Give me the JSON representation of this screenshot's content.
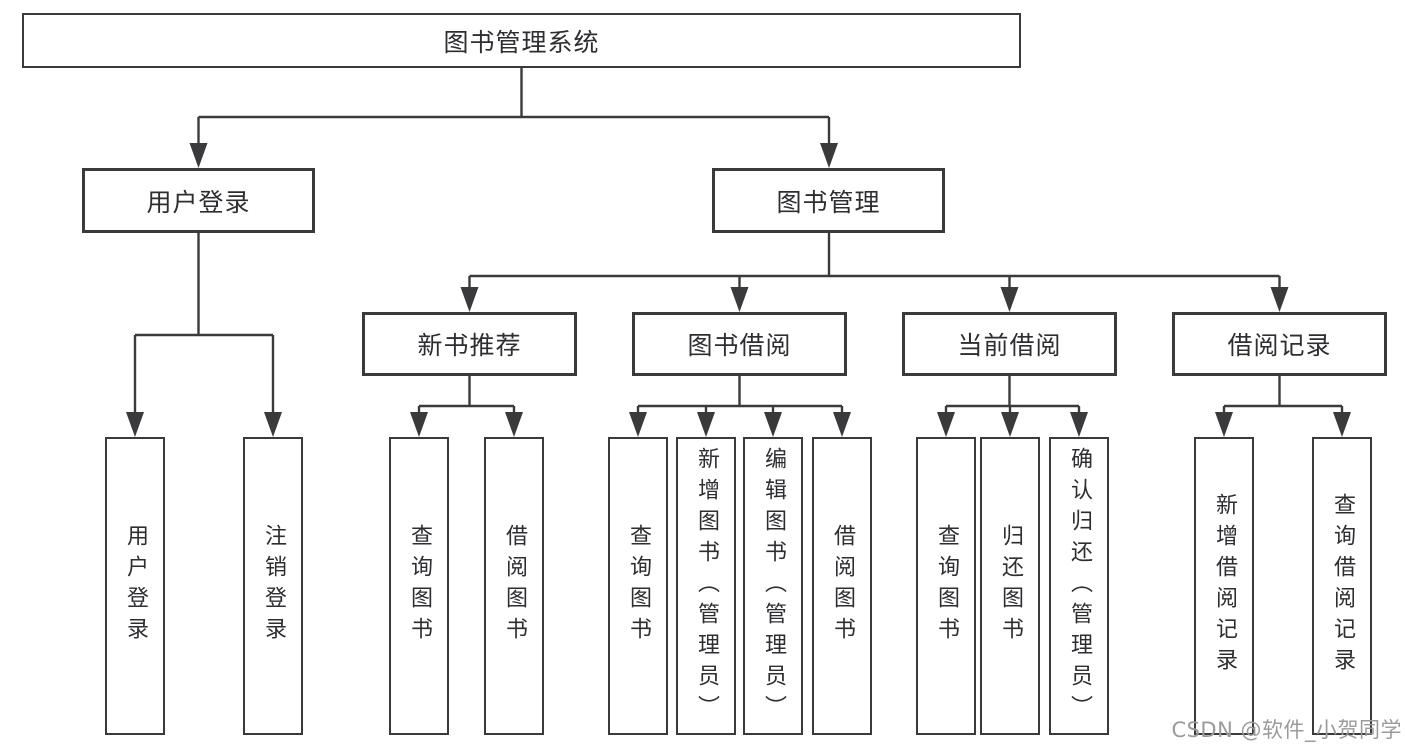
{
  "diagram": {
    "root": {
      "label": "图书管理系统"
    },
    "level1": [
      {
        "id": "user-login",
        "label": "用户登录"
      },
      {
        "id": "book-management",
        "label": "图书管理"
      }
    ],
    "level2": [
      {
        "id": "new-book-recommend",
        "label": "新书推荐"
      },
      {
        "id": "book-borrow",
        "label": "图书借阅"
      },
      {
        "id": "current-borrow",
        "label": "当前借阅"
      },
      {
        "id": "borrow-records",
        "label": "借阅记录"
      }
    ],
    "leaves": [
      {
        "id": "user-login-leaf",
        "label": "用户登录"
      },
      {
        "id": "logout",
        "label": "注销登录"
      },
      {
        "id": "query-books-recommend",
        "label": "查询图书"
      },
      {
        "id": "borrow-books-recommend",
        "label": "借阅图书"
      },
      {
        "id": "query-books-borrow",
        "label": "查询图书"
      },
      {
        "id": "add-book-admin",
        "label": "新增图书（管理员）"
      },
      {
        "id": "edit-book-admin",
        "label": "编辑图书（管理员）"
      },
      {
        "id": "borrow-books-borrow",
        "label": "借阅图书"
      },
      {
        "id": "query-books-current",
        "label": "查询图书"
      },
      {
        "id": "return-book",
        "label": "归还图书"
      },
      {
        "id": "confirm-return-admin",
        "label": "确认归还（管理员）"
      },
      {
        "id": "add-borrow-record",
        "label": "新增借阅记录"
      },
      {
        "id": "query-borrow-record",
        "label": "查询借阅记录"
      }
    ]
  },
  "watermark": {
    "text": "CSDN @软件_小贺同学"
  },
  "colors": {
    "line": "#3a3a3c",
    "text": "#2e2e32",
    "watermark": "#9b9b9e",
    "background": "#ffffff"
  }
}
